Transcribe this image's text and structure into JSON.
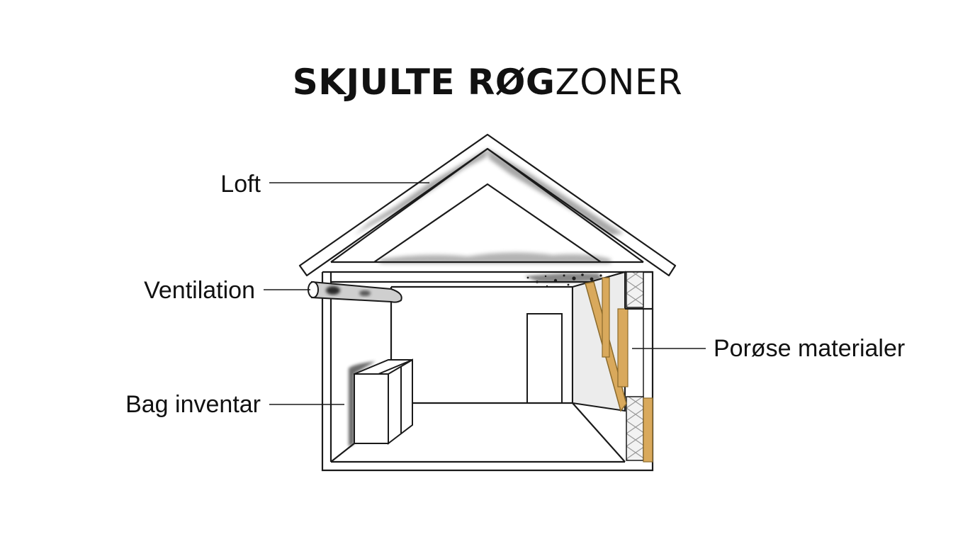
{
  "title": {
    "bold": "SKJULTE RØG",
    "light": "ZONER"
  },
  "labels": {
    "loft": "Loft",
    "ventilation": "Ventilation",
    "bag_inventar": "Bag inventar",
    "porose_materialer": "Porøse materialer"
  },
  "colors": {
    "line": "#1a1a1a",
    "smoke": "#6e6e6e",
    "smoke_dark": "#2b2b2b",
    "wood": "#d9a95c",
    "wood_dark": "#b98536",
    "insulation": "#dcdcdc"
  }
}
